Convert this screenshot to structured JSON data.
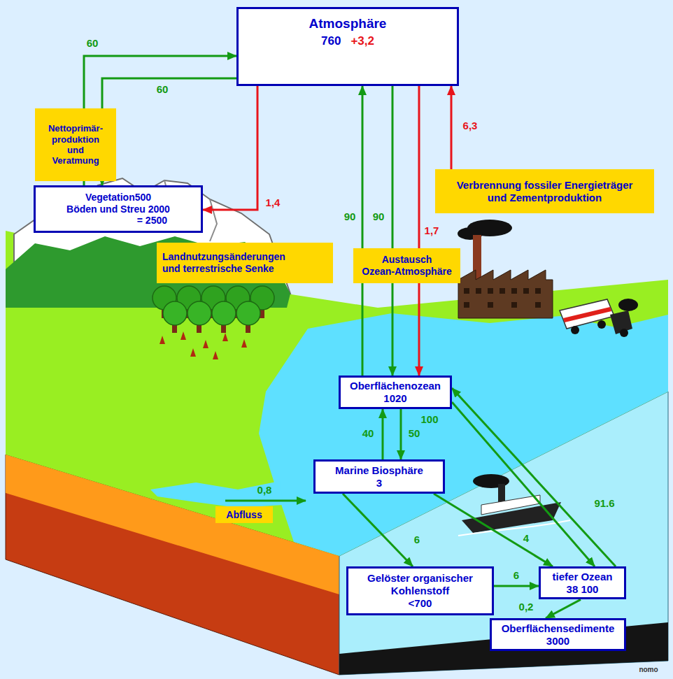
{
  "diagram": {
    "nodes": [
      {
        "text": [
          "Atmosphäre",
          "760",
          "+3,2"
        ]
      },
      {
        "text": [
          "Nettoprimär- produktion und Veratmung"
        ]
      },
      {
        "text": [
          "Verbrennung fossiler Energieträger und Zementproduktion"
        ]
      },
      {
        "text": [
          "Vegetation500",
          "Böden und Streu 2000",
          "= 2500"
        ]
      },
      {
        "text": [
          "Landnutzungsänderungen und terrestrische Senke"
        ]
      },
      {
        "text": [
          "Austausch Ozean-Atmosphäre"
        ]
      },
      {
        "text": [
          "Oberflächenozean",
          "1020"
        ]
      },
      {
        "text": [
          "Marine Biosphäre",
          "3"
        ]
      },
      {
        "text": [
          "Abfluss"
        ]
      },
      {
        "text": [
          "Gelöster organischer Kohlenstoff",
          "<700"
        ]
      },
      {
        "text": [
          "tiefer Ozean",
          "38 100"
        ]
      },
      {
        "text": [
          "Oberflächensedimente",
          "3000"
        ]
      }
    ],
    "edges": [
      {
        "from": 3,
        "to": 0,
        "label": "60",
        "arrow": "to"
      },
      {
        "from": 0,
        "to": 3,
        "label": "60",
        "arrow": "to"
      },
      {
        "from": 0,
        "to": 3,
        "label": "1,4",
        "arrow": "to"
      },
      {
        "from": 6,
        "to": 0,
        "label": "90",
        "arrow": "to"
      },
      {
        "from": 0,
        "to": 6,
        "label": "90",
        "arrow": "to"
      },
      {
        "from": 0,
        "to": 6,
        "label": "1,7",
        "arrow": "to"
      },
      {
        "from": 2,
        "to": 0,
        "label": "6,3",
        "arrow": "to"
      },
      {
        "from": 7,
        "to": 6,
        "label": "40",
        "arrow": "to"
      },
      {
        "from": 6,
        "to": 7,
        "label": "50",
        "arrow": "to"
      },
      {
        "from": 10,
        "to": 6,
        "label": "100",
        "arrow": "to"
      },
      {
        "from": 6,
        "to": 10,
        "label": "91.6",
        "arrow": "to"
      },
      {
        "from": 7,
        "to": 9,
        "label": "6",
        "arrow": "to"
      },
      {
        "from": 7,
        "to": 10,
        "label": "4",
        "arrow": "to"
      },
      {
        "from": 9,
        "to": 10,
        "label": "6",
        "arrow": "to"
      },
      {
        "from": 10,
        "to": 11,
        "label": "0,2",
        "arrow": "to"
      }
    ],
    "labels": [
      "0,8",
      "nomo"
    ]
  }
}
